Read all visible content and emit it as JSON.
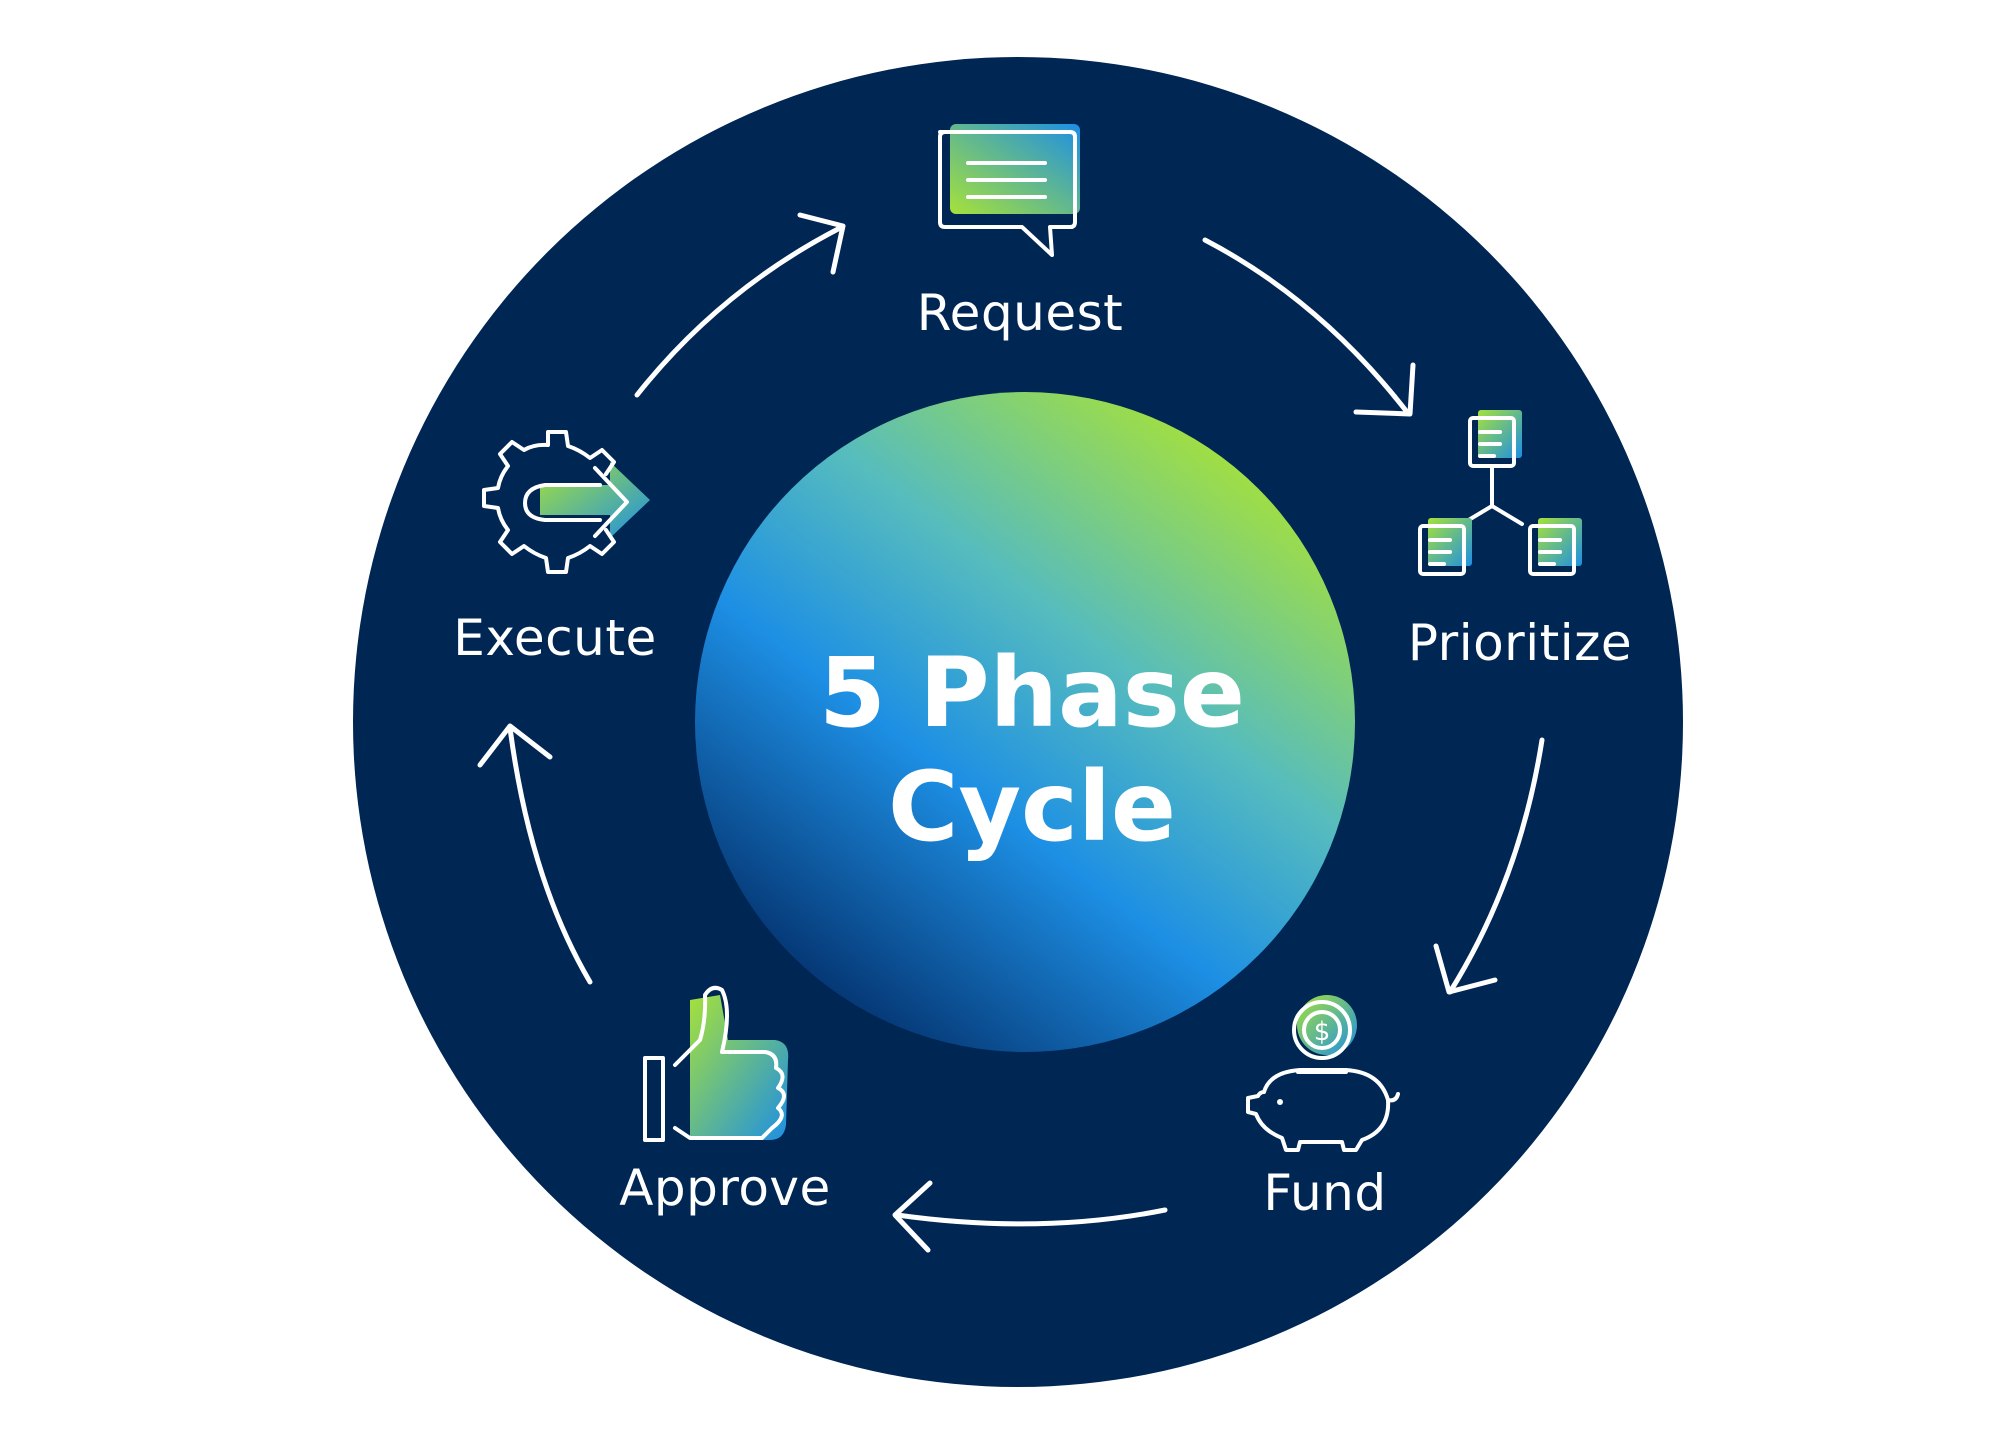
{
  "diagram": {
    "center": {
      "line1": "5 Phase",
      "line2": "Cycle"
    },
    "phases": [
      {
        "label": "Request",
        "icon": "chat-bubble-icon"
      },
      {
        "label": "Prioritize",
        "icon": "hierarchy-documents-icon"
      },
      {
        "label": "Fund",
        "icon": "piggy-bank-icon"
      },
      {
        "label": "Approve",
        "icon": "thumbs-up-icon"
      },
      {
        "label": "Execute",
        "icon": "gear-arrow-icon"
      }
    ]
  },
  "colors": {
    "ring": "#002654",
    "gradient_green": "#a4e03a",
    "gradient_teal": "#4fb8c4",
    "gradient_blue": "#1a8fe3",
    "gradient_dark": "#03306b",
    "text": "#ffffff"
  }
}
